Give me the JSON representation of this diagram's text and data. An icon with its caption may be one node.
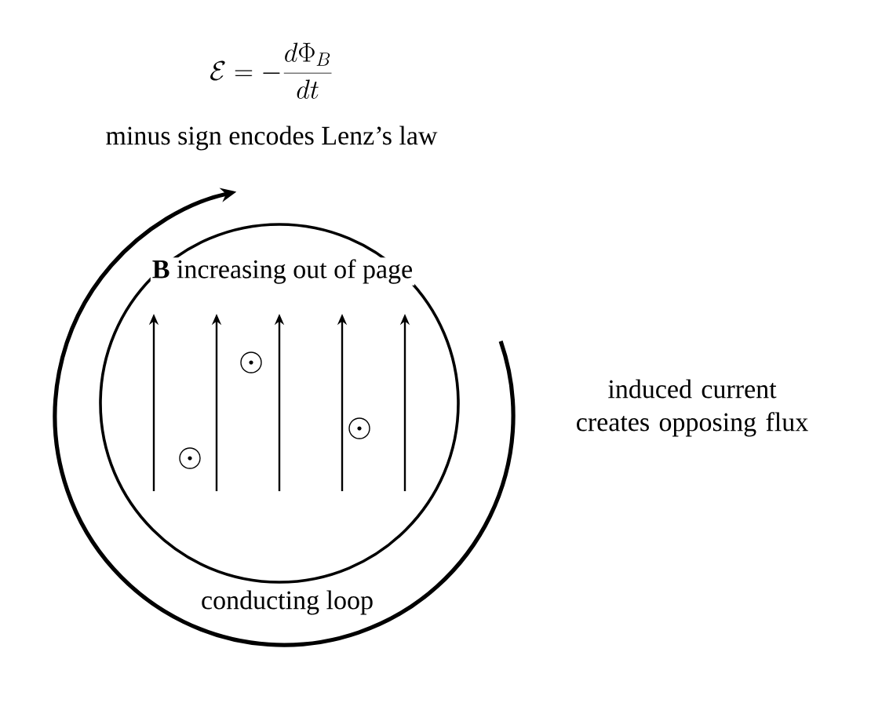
{
  "diagram": {
    "title": "\\mathcal{E} = -\\frac{d\\Phi_B}{dt}",
    "labels": [
      "minus sign encodes Lenz’s law",
      "**B** increasing out of page",
      "induced current creates opposing flux",
      "conducting loop"
    ]
  }
}
